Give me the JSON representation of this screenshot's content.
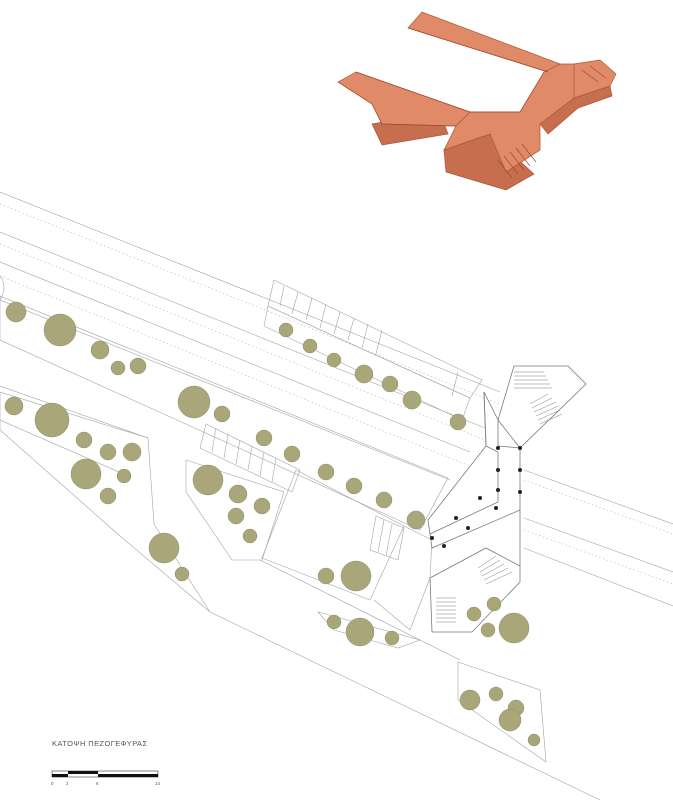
{
  "plan_title": "ΚΑΤΟΨΗ ΠΕΖΟΓΕΦΥΡΑΣ",
  "scale_bar": {
    "labels": [
      "0",
      "2",
      "6",
      "14"
    ],
    "unit": "m"
  },
  "colors": {
    "background": "#ffffff",
    "line": "#9b9b9b",
    "line_dark": "#6e6e6e",
    "tree_fill": "#a9a77a",
    "tree_stroke": "#8e8c63",
    "axon_fill": "#e08a68",
    "axon_side": "#c66e4d",
    "axon_edge": "#a85838",
    "column": "#222222"
  },
  "elements": {
    "axonometric": "footbridge-axonometric",
    "plan": "footbridge-site-plan"
  }
}
